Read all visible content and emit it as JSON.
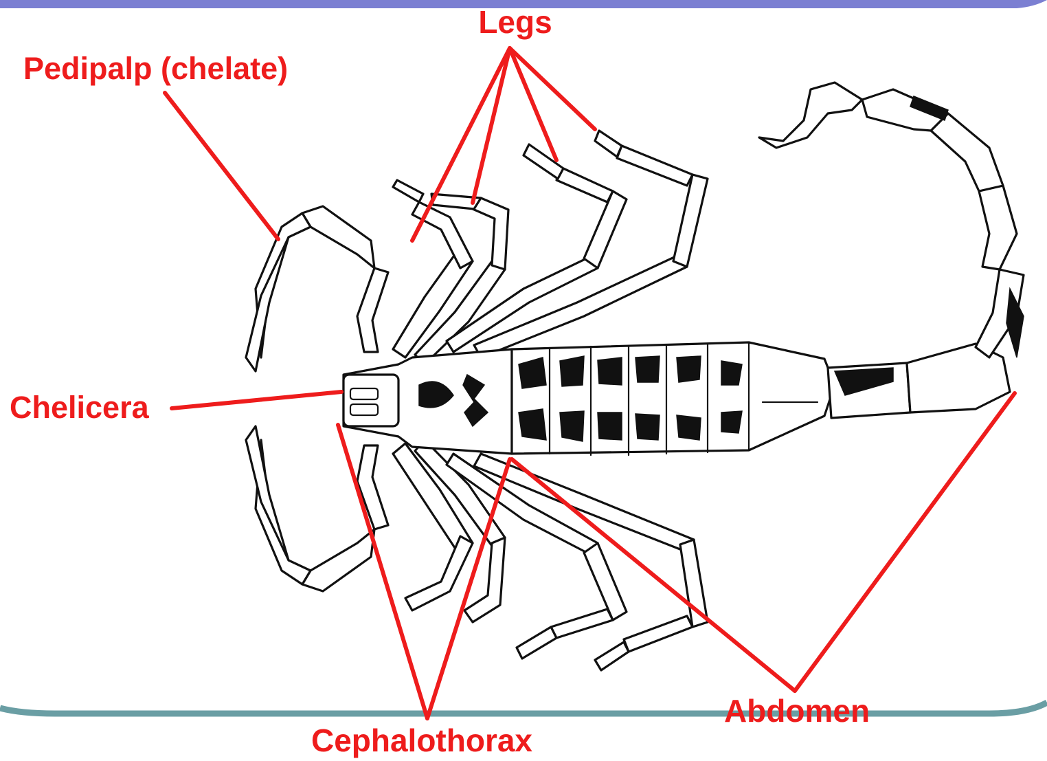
{
  "diagram": {
    "colors": {
      "label": "#ee1c1c",
      "top_frame": "#7b7fd2",
      "bottom_frame": "#6a9ea4",
      "ink": "#111111",
      "background": "#ffffff"
    },
    "labels": {
      "legs": "Legs",
      "pedipalp": "Pedipalp (chelate)",
      "chelicera": "Chelicera",
      "cephalothorax": "Cephalothorax",
      "abdomen": "Abdomen"
    }
  }
}
